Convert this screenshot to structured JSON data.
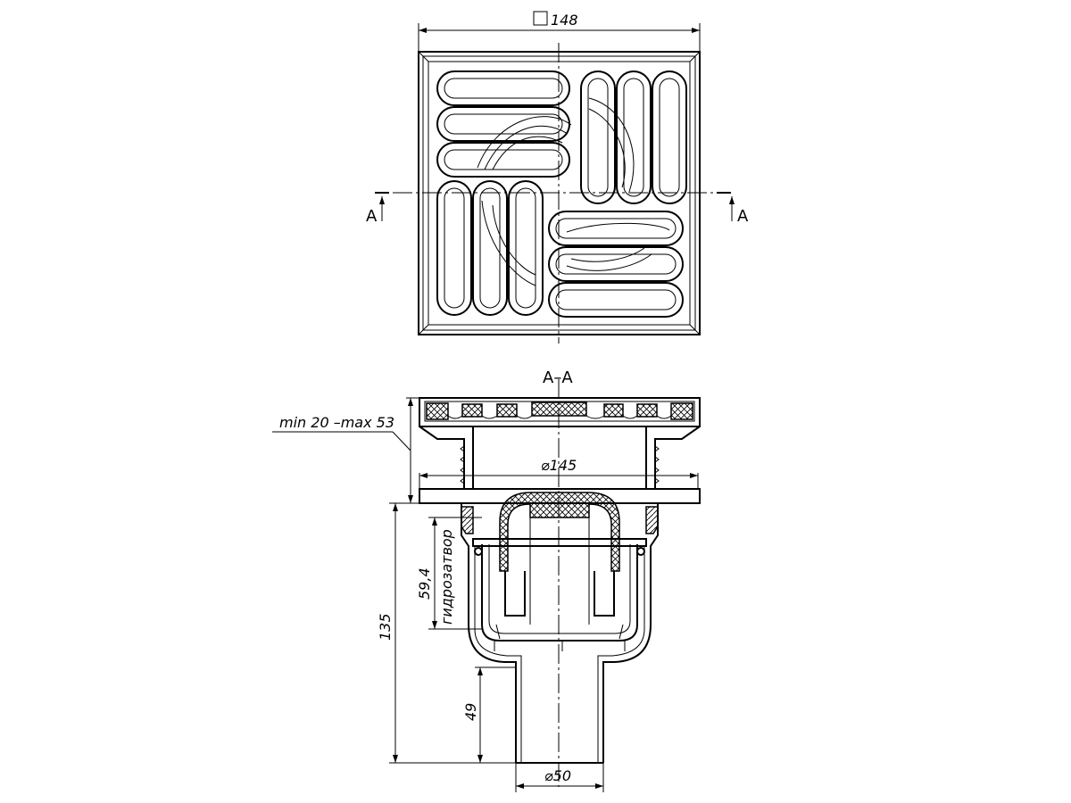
{
  "plan": {
    "width_dim": "148",
    "section_mark_left": "A",
    "section_mark_right": "A"
  },
  "section": {
    "title": "A–A",
    "thickness_note": "min 20 –max 53",
    "flange_dia": "145",
    "total_height": "135",
    "seal_depth": "59,4",
    "seal_label": "гидрозатвор",
    "outlet_height": "49",
    "outlet_dia": "50"
  }
}
